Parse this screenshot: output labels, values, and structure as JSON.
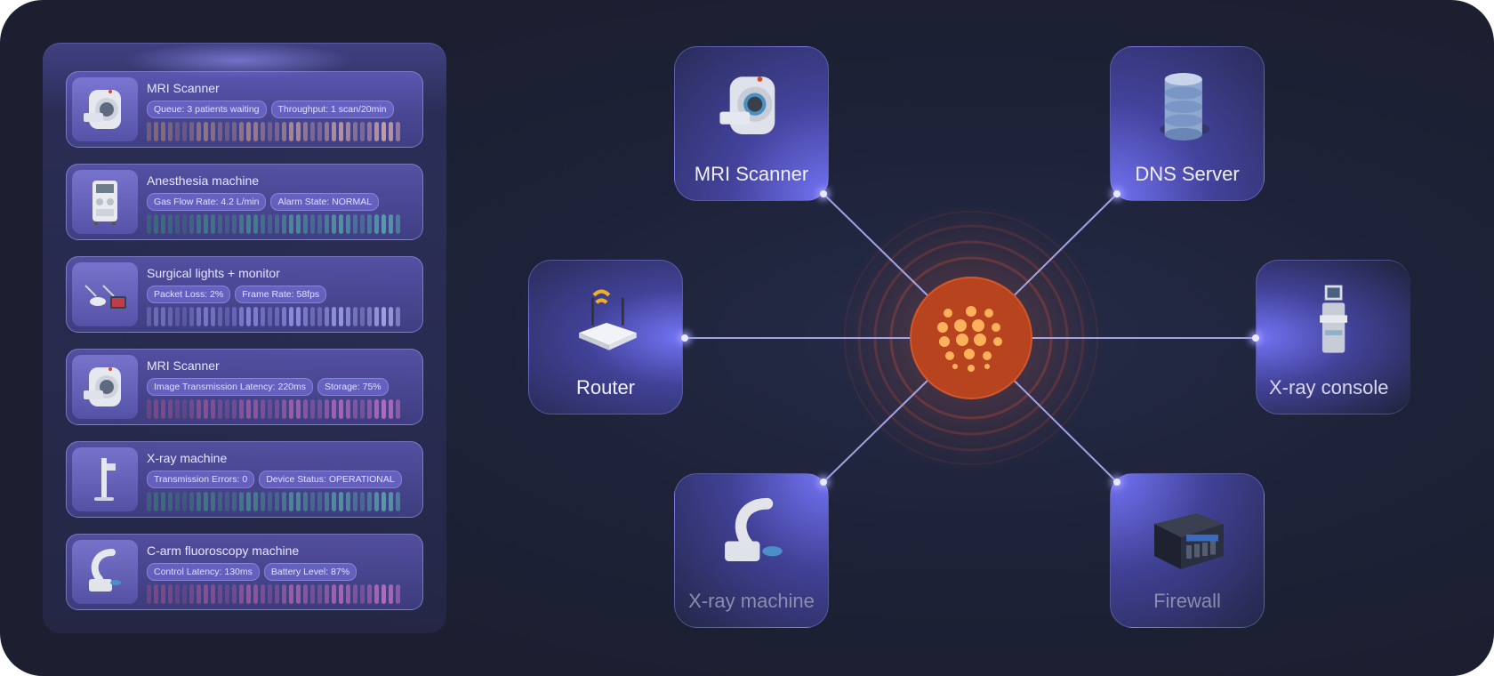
{
  "devices_panel": {
    "cards": [
      {
        "title": "MRI Scanner",
        "chips": [
          "Queue: 3 patients waiting",
          "Throughput: 1 scan/20min"
        ],
        "icon": "mri-scanner-icon",
        "bar_color": "#b58a7e"
      },
      {
        "title": "Anesthesia machine",
        "chips": [
          "Gas Flow Rate: 4.2 L/min",
          "Alarm State: NORMAL"
        ],
        "icon": "anesthesia-machine-icon",
        "bar_color": "#3f8f86"
      },
      {
        "title": "Surgical lights + monitor",
        "chips": [
          "Packet Loss: 2%",
          "Frame Rate: 58fps"
        ],
        "icon": "surgical-lights-icon",
        "bar_color": "#8e8ee8"
      },
      {
        "title": "MRI Scanner",
        "chips": [
          "Image Transmission Latency: 220ms",
          "Storage: 75%"
        ],
        "icon": "mri-scanner-icon",
        "bar_color": "#a8589a"
      },
      {
        "title": "X-ray machine",
        "chips": [
          "Transmission Errors: 0",
          "Device Status: OPERATIONAL"
        ],
        "icon": "x-ray-machine-icon",
        "bar_color": "#3f8f86"
      },
      {
        "title": "C-arm fluoroscopy machine",
        "chips": [
          "Control Latency: 130ms",
          "Battery Level: 87%"
        ],
        "icon": "c-arm-icon",
        "bar_color": "#a8589a"
      }
    ]
  },
  "network": {
    "hub_icon": "hub-dots-icon",
    "nodes": [
      {
        "id": "mri",
        "label": "MRI Scanner",
        "icon": "mri-scanner-icon"
      },
      {
        "id": "dns",
        "label": "DNS Server",
        "icon": "database-icon"
      },
      {
        "id": "router",
        "label": "Router",
        "icon": "router-icon"
      },
      {
        "id": "xray-console",
        "label": "X-ray console",
        "icon": "x-ray-console-icon"
      },
      {
        "id": "xray",
        "label": "X-ray machine",
        "icon": "x-ray-machine-icon"
      },
      {
        "id": "firewall",
        "label": "Firewall",
        "icon": "firewall-icon"
      }
    ]
  },
  "colors": {
    "background": "#1e2238",
    "accent": "#7a78f0",
    "hub": "#c4461f",
    "hub_glow": "#ff9a3c"
  }
}
